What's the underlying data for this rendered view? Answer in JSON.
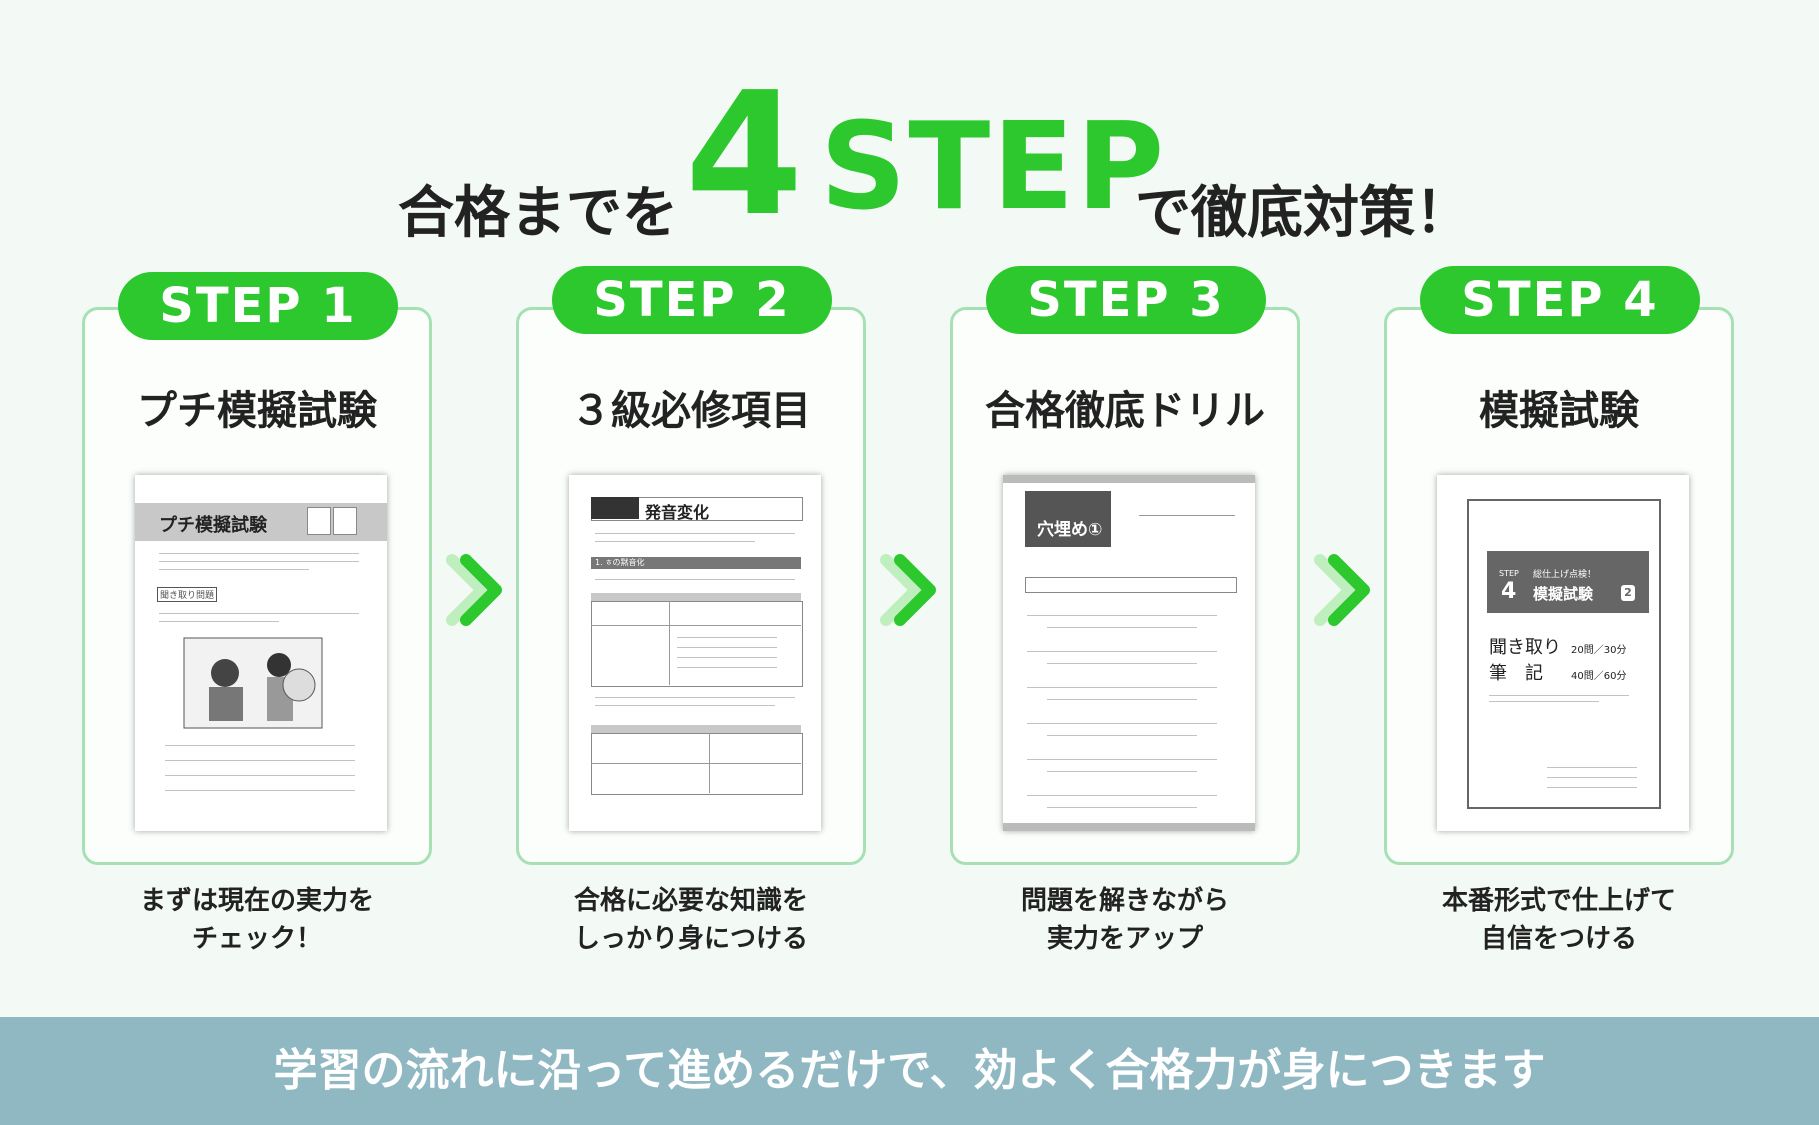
{
  "headline": {
    "prefix": "合格までを",
    "number": "4",
    "step_word": "STEP",
    "suffix": "で徹底対策！"
  },
  "steps": [
    {
      "label": "STEP 1",
      "title": "プチ模擬試験",
      "caption_line1": "まずは現在の実力を",
      "caption_line2": "チェック！"
    },
    {
      "label": "STEP 2",
      "title": "３級必修項目",
      "caption_line1": "合格に必要な知識を",
      "caption_line2": "しっかり身につける"
    },
    {
      "label": "STEP 3",
      "title": "合格徹底ドリル",
      "caption_line1": "問題を解きながら",
      "caption_line2": "実力をアップ"
    },
    {
      "label": "STEP 4",
      "title": "模擬試験",
      "caption_line1": "本番形式で仕上げて",
      "caption_line2": "自信をつける"
    }
  ],
  "thumbnails": {
    "doc1": {
      "title": "プチ模擬試験",
      "tag": "聞き取り問題"
    },
    "doc2": {
      "title": "発音変化",
      "section": "1. ㅎの黙音化"
    },
    "doc3": {
      "title": "穴埋め①"
    },
    "doc4": {
      "step": "STEP",
      "number": "4",
      "badge_text": "総仕上げ点検！",
      "title": "模擬試験",
      "badge_num": "2",
      "listening": "聞き取り",
      "listening_time": "20問／30分",
      "writing": "筆　記",
      "writing_time": "40問／60分"
    }
  },
  "footer": {
    "text": "学習の流れに沿って進めるだけで、効よく合格力が身につきます"
  },
  "colors": {
    "accent": "#2dc82d",
    "footer_bg": "#8fb8c2",
    "card_border": "#a6e0b4"
  },
  "icons": [
    "chevron-right-icon",
    "chevron-right-icon",
    "chevron-right-icon"
  ]
}
